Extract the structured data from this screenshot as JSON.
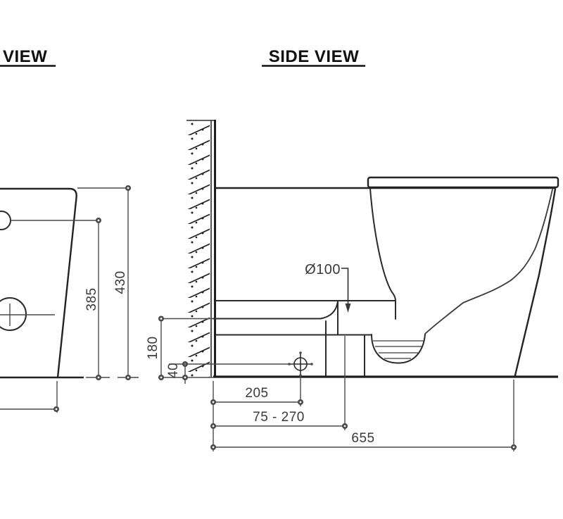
{
  "titles": {
    "left": "VIEW",
    "side": "SIDE VIEW"
  },
  "dims": {
    "d430": "430",
    "d385": "385",
    "d180": "180",
    "d40": "40",
    "d205": "205",
    "d75_270": "75 - 270",
    "d655": "655",
    "d100": "Ø100"
  },
  "colors": {
    "background": "#ffffff",
    "outline": "#232323",
    "dimension_line": "#4a4a4a",
    "label_text": "#3a3a3a",
    "title_text": "#111111"
  }
}
